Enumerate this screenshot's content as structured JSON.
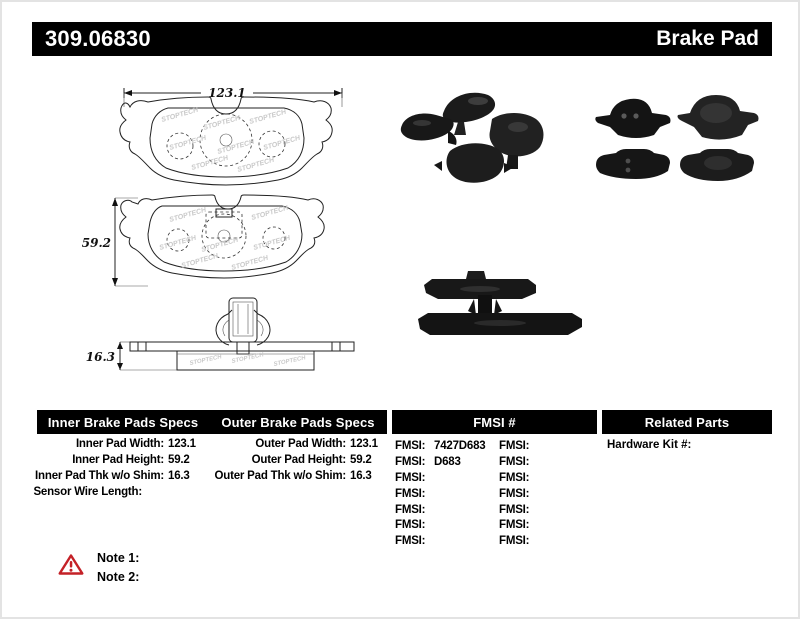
{
  "header": {
    "part_number": "309.06830",
    "title": "Brake Pad"
  },
  "drawings": {
    "dim_width": "123.1",
    "dim_height": "59.2",
    "dim_thickness": "16.3",
    "watermark": "STOPTECH"
  },
  "table": {
    "inner": {
      "header": "Inner Brake Pads Specs",
      "rows": [
        {
          "label": "Inner Pad Width:",
          "value": "123.1"
        },
        {
          "label": "Inner Pad Height:",
          "value": "59.2"
        },
        {
          "label": "Inner Pad Thk w/o Shim:",
          "value": "16.3"
        },
        {
          "label": "Sensor Wire Length:",
          "value": ""
        }
      ]
    },
    "outer": {
      "header": "Outer Brake Pads Specs",
      "rows": [
        {
          "label": "Outer Pad Width:",
          "value": "123.1"
        },
        {
          "label": "Outer Pad Height:",
          "value": "59.2"
        },
        {
          "label": "Outer Pad Thk w/o Shim:",
          "value": "16.3"
        }
      ]
    },
    "fmsi": {
      "header": "FMSI #",
      "label": "FMSI:",
      "left_values": [
        "7427D683",
        "D683",
        "",
        "",
        "",
        "",
        ""
      ],
      "right_values": [
        "",
        "",
        "",
        "",
        "",
        "",
        ""
      ]
    },
    "related": {
      "header": "Related Parts",
      "rows": [
        {
          "label": "Hardware Kit #:",
          "value": ""
        }
      ]
    }
  },
  "notes": {
    "note1": "Note 1:",
    "note2": "Note 2:"
  },
  "colors": {
    "header_bg": "#000000",
    "header_text": "#ffffff",
    "warning_red": "#c42127",
    "watermark_gray": "#c9c9c9"
  }
}
